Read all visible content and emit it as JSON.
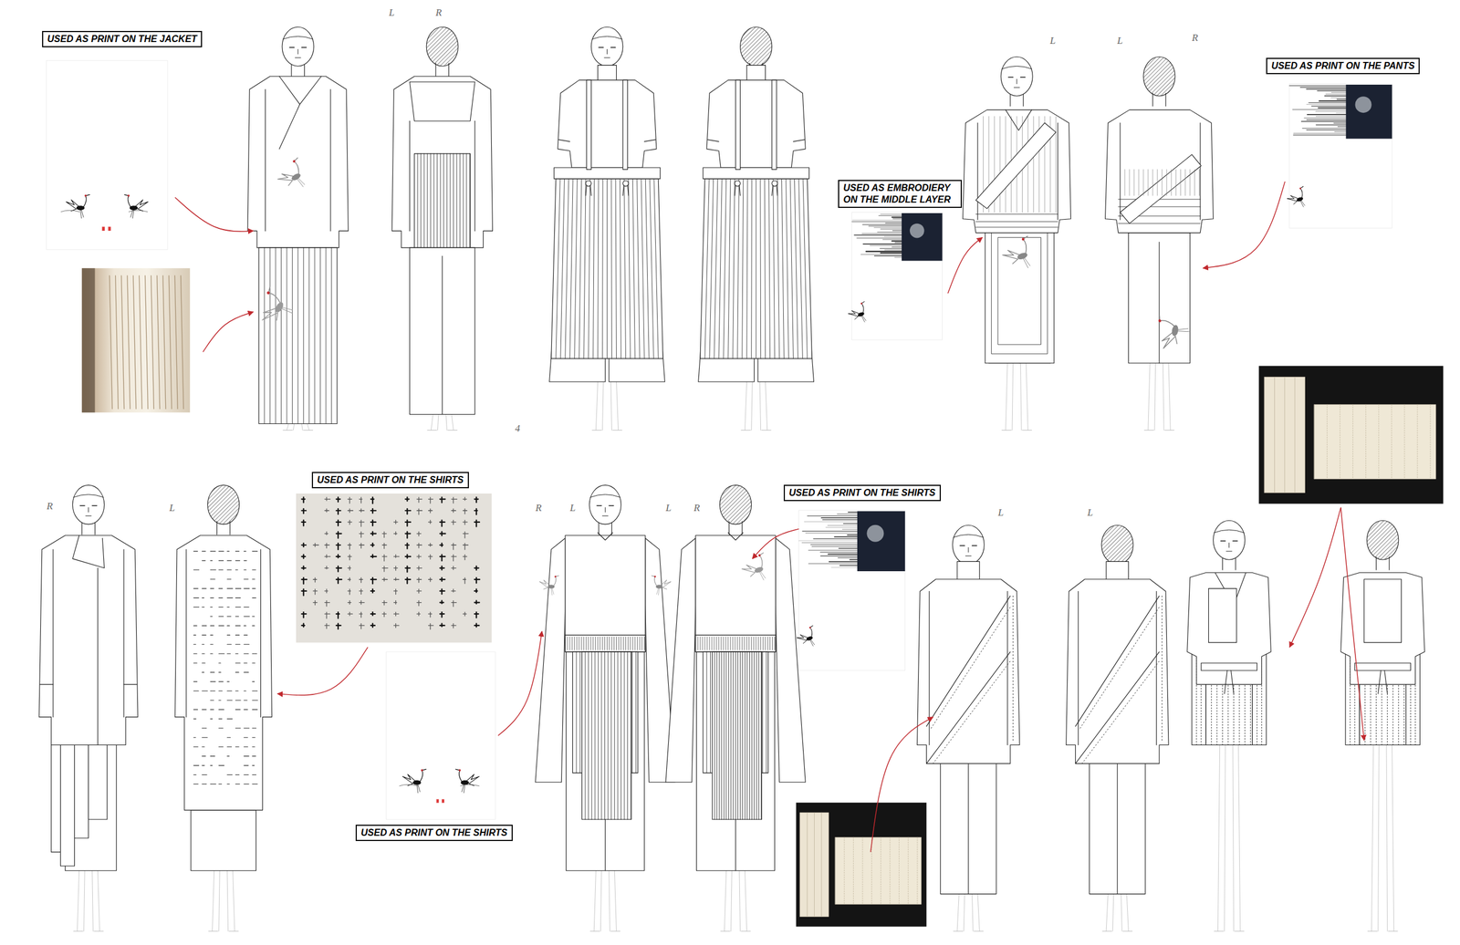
{
  "diagram": {
    "nodes": [
      {
        "text": [
          "USED AS PRINT ON THE JACKET"
        ]
      },
      {
        "text": [
          "USED AS EMBRODIERY ON THE MIDDLE LAYER"
        ]
      },
      {
        "text": [
          "USED AS PRINT ON THE PANTS"
        ]
      },
      {
        "text": [
          "USED AS PRINT ON THE SHIRTS"
        ]
      },
      {
        "text": [
          "USED AS PRINT ON THE SHIRTS"
        ]
      },
      {
        "text": [
          "USED AS PRINT ON THE SHIRTS"
        ]
      }
    ],
    "labels": [
      "L",
      "R",
      "4",
      "L",
      "L",
      "R",
      "R",
      "L",
      "R",
      "L",
      "L",
      "R",
      "L",
      "L"
    ]
  }
}
